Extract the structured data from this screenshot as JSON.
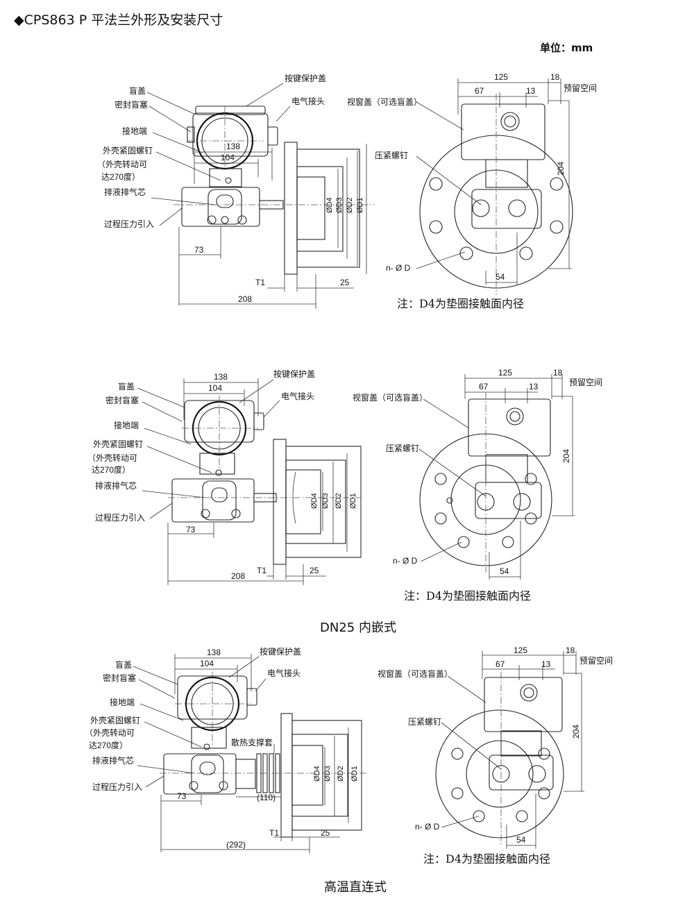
{
  "page": {
    "title": "◆CPS863 P 平法兰外形及安装尺寸",
    "unit": "单位：mm",
    "caption_2": "DN25 内嵌式",
    "caption_3": "高温直连式"
  },
  "diagrams": [
    {
      "side": {
        "dim_138": "138",
        "dim_104": "104",
        "dim_73": "73",
        "dim_total": "208",
        "dim_t1": "T1",
        "dim_25": "25",
        "d4": "ØD4",
        "d3": "ØD3",
        "d2": "ØD2",
        "d1": "ØD1",
        "lbl_button_cover": "按键保护盖",
        "lbl_blind_cover": "盲盖",
        "lbl_seal_plug": "密封盲塞",
        "lbl_elec": "电气接头",
        "lbl_ground": "接地端",
        "lbl_screw": "外壳紧固螺钉",
        "lbl_rot1": "（外壳转动可",
        "lbl_rot2": "达270度）",
        "lbl_drain": "排液排气芯",
        "lbl_process": "过程压力引入"
      },
      "front": {
        "dim_125": "125",
        "dim_18": "18",
        "dim_67": "67",
        "dim_13": "13",
        "dim_204": "204",
        "dim_54": "54",
        "lbl_reserve": "预留空间",
        "lbl_window": "视窗盖（可选盲盖）",
        "lbl_press_screw": "压紧螺钉",
        "lbl_holes": "n- Ø D"
      },
      "note": "注：D4为垫圈接触面内径"
    },
    {
      "side": {
        "dim_138": "138",
        "dim_104": "104",
        "dim_73": "73",
        "dim_total": "208",
        "dim_t1": "T1",
        "dim_25": "25",
        "d4": "ØD4",
        "d3": "ØD3",
        "d2": "ØD2",
        "d1": "ØD1",
        "lbl_button_cover": "按键保护盖",
        "lbl_blind_cover": "盲盖",
        "lbl_seal_plug": "密封盲塞",
        "lbl_elec": "电气接头",
        "lbl_ground": "接地端",
        "lbl_screw": "外壳紧固螺钉",
        "lbl_rot1": "（外壳转动可",
        "lbl_rot2": "达270度）",
        "lbl_drain": "排液排气芯",
        "lbl_process": "过程压力引入"
      },
      "front": {
        "dim_125": "125",
        "dim_18": "18",
        "dim_67": "67",
        "dim_13": "13",
        "dim_204": "204",
        "dim_54": "54",
        "lbl_reserve": "预留空间",
        "lbl_window": "视窗盖（可选盲盖）",
        "lbl_press_screw": "压紧螺钉",
        "lbl_holes": "n- Ø D"
      },
      "note": "注：D4为垫圈接触面内径"
    },
    {
      "side": {
        "dim_138": "138",
        "dim_104": "104",
        "dim_73": "73",
        "dim_total": "(292)",
        "dim_t1": "T1",
        "dim_25": "25",
        "d4": "ØD4",
        "d3": "ØD3",
        "d2": "ØD2",
        "d1": "ØD1",
        "lbl_button_cover": "按键保护盖",
        "lbl_blind_cover": "盲盖",
        "lbl_seal_plug": "密封盲塞",
        "lbl_elec": "电气接头",
        "lbl_ground": "接地端",
        "lbl_screw": "外壳紧固螺钉",
        "lbl_rot1": "（外壳转动可",
        "lbl_rot2": "达270度）",
        "lbl_drain": "排液排气芯",
        "lbl_process": "过程压力引入",
        "lbl_heat": "散热支撑套",
        "dim_110": "(110)"
      },
      "front": {
        "dim_125": "125",
        "dim_18": "18",
        "dim_67": "67",
        "dim_13": "13",
        "dim_204": "204",
        "dim_54": "54",
        "lbl_reserve": "预留空间",
        "lbl_window": "视窗盖（可选盲盖）",
        "lbl_press_screw": "压紧螺钉",
        "lbl_holes": "n- Ø D"
      },
      "note": "注：D4为垫圈接触面内径"
    }
  ]
}
